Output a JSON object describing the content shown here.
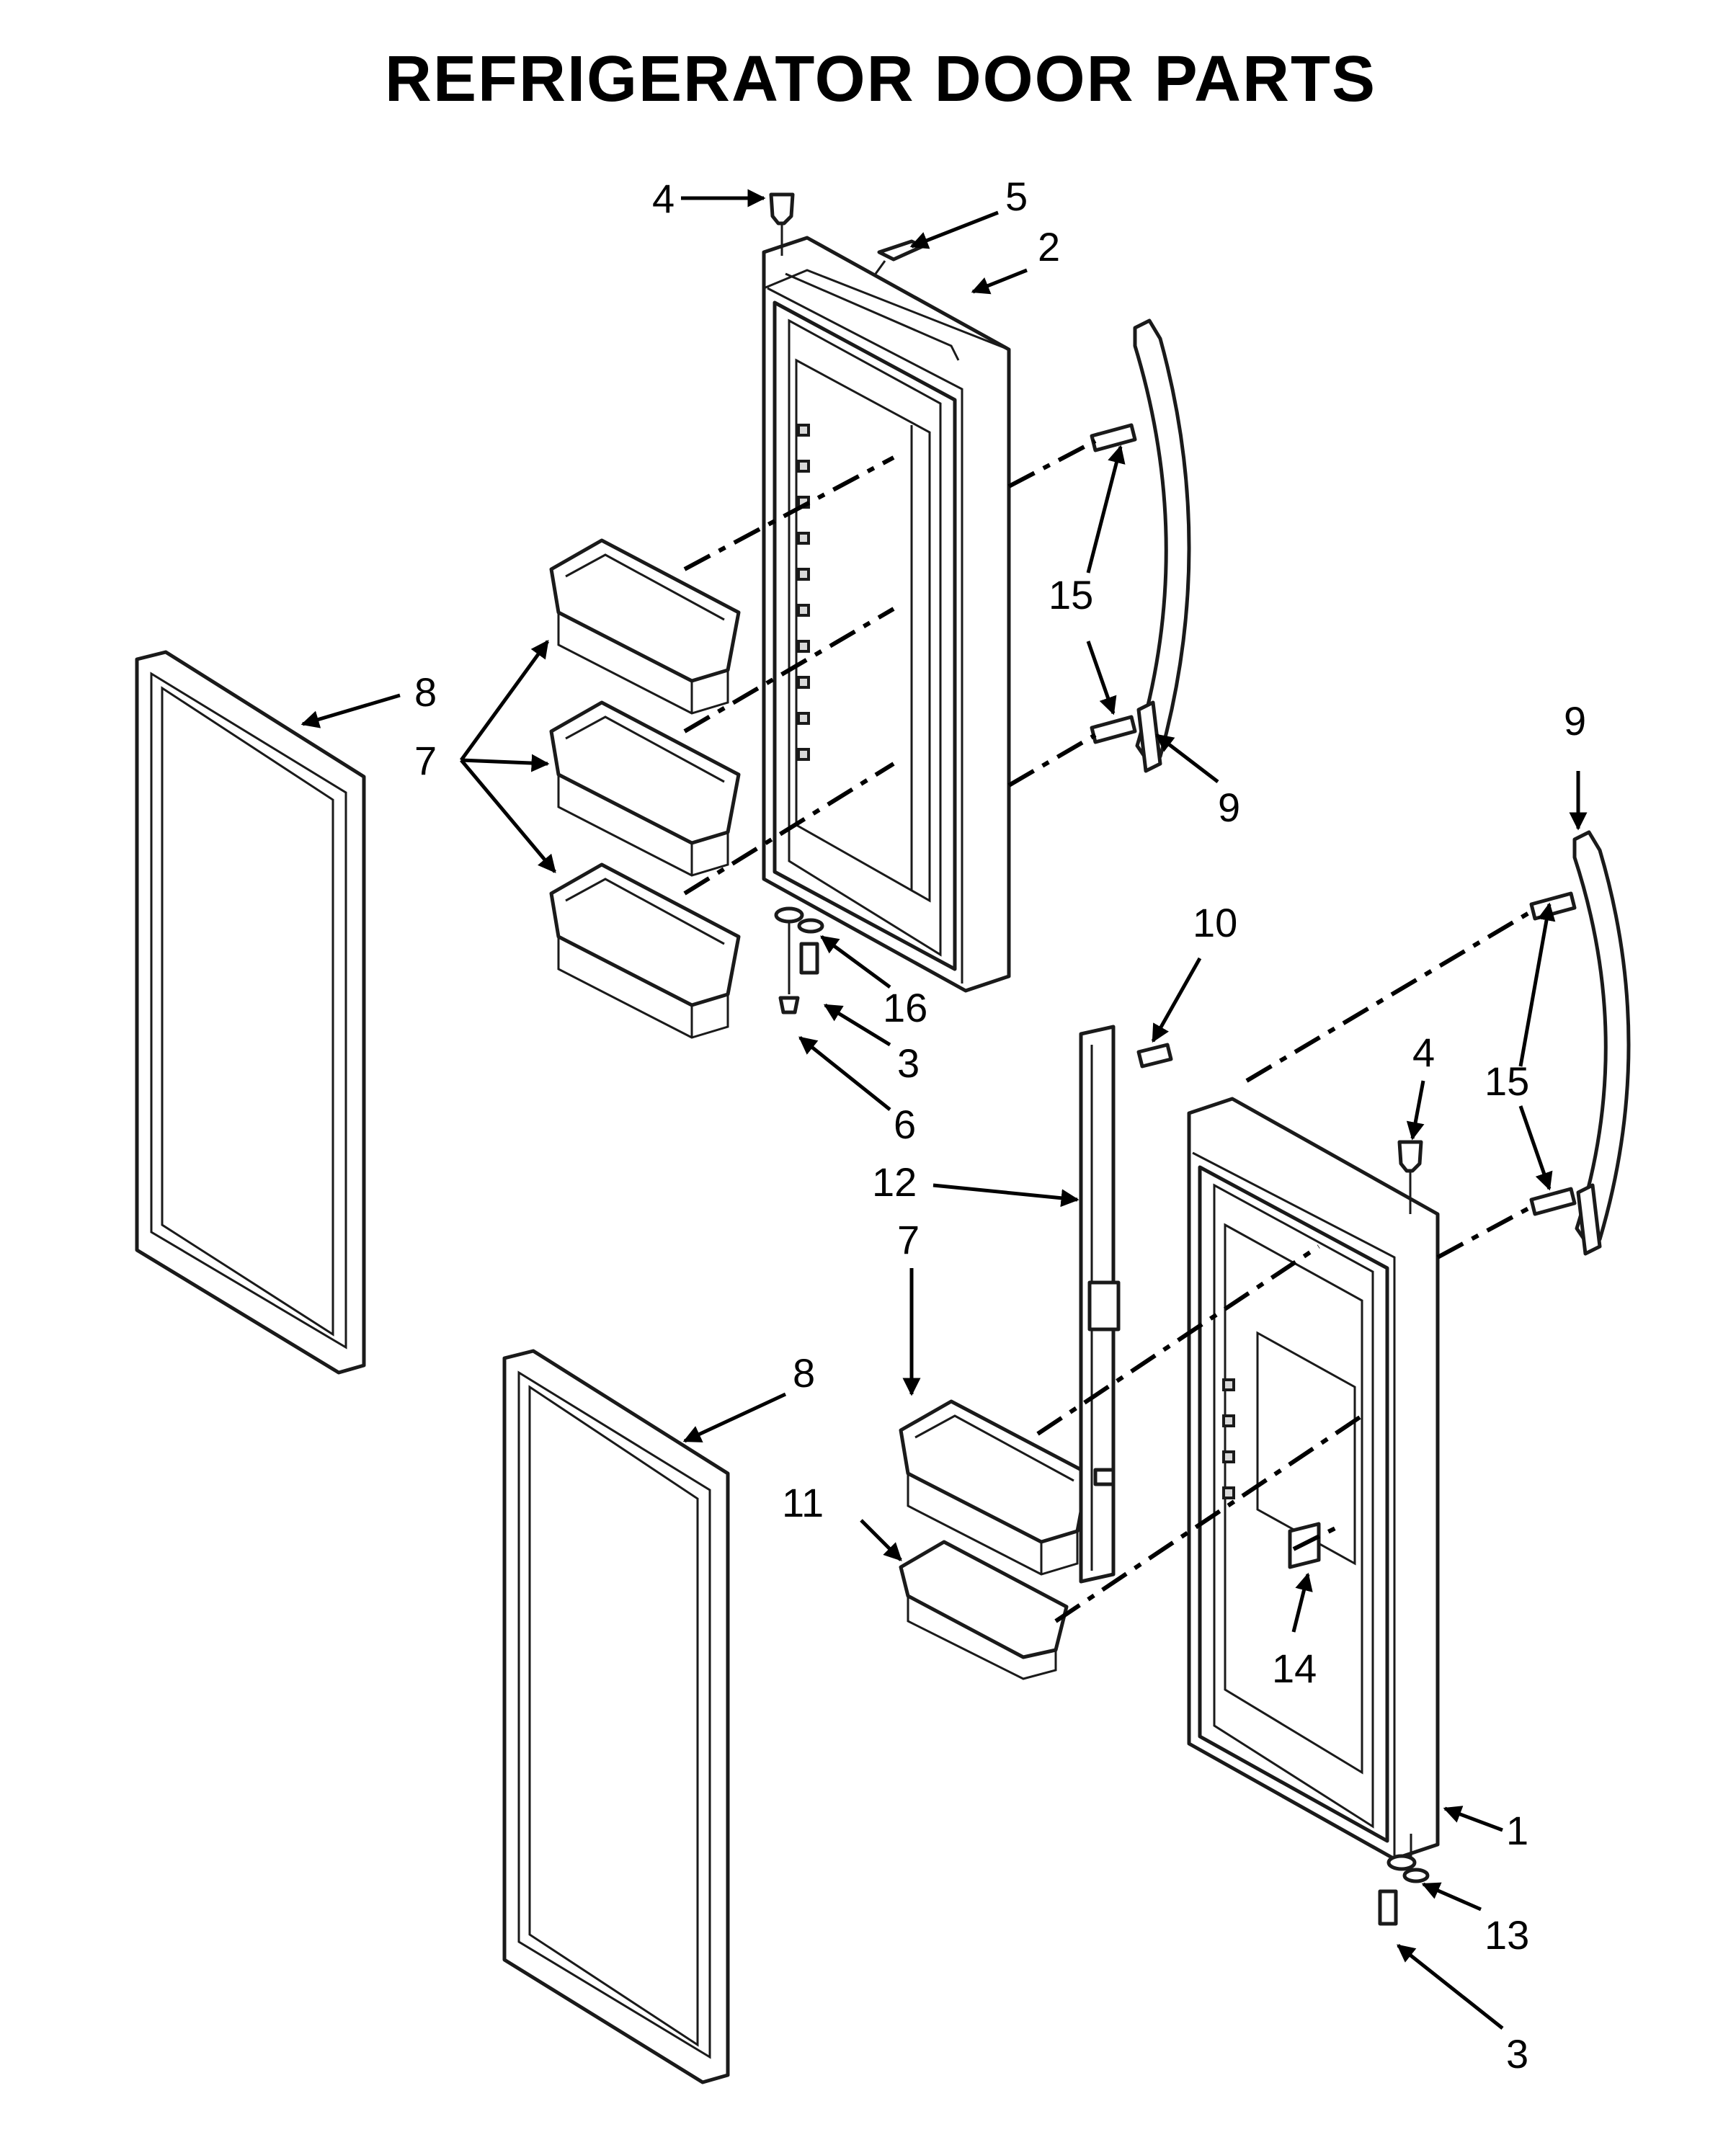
{
  "title": "REFRIGERATOR DOOR PARTS",
  "callouts": [
    {
      "id": "c-1",
      "text": "1"
    },
    {
      "id": "c-2",
      "text": "2"
    },
    {
      "id": "c-3a",
      "text": "3"
    },
    {
      "id": "c-3b",
      "text": "3"
    },
    {
      "id": "c-4a",
      "text": "4"
    },
    {
      "id": "c-4b",
      "text": "4"
    },
    {
      "id": "c-5",
      "text": "5"
    },
    {
      "id": "c-6",
      "text": "6"
    },
    {
      "id": "c-7a",
      "text": "7"
    },
    {
      "id": "c-7b",
      "text": "7"
    },
    {
      "id": "c-8a",
      "text": "8"
    },
    {
      "id": "c-8b",
      "text": "8"
    },
    {
      "id": "c-9a",
      "text": "9"
    },
    {
      "id": "c-9b",
      "text": "9"
    },
    {
      "id": "c-10",
      "text": "10"
    },
    {
      "id": "c-11",
      "text": "11"
    },
    {
      "id": "c-12",
      "text": "12"
    },
    {
      "id": "c-13",
      "text": "13"
    },
    {
      "id": "c-14",
      "text": "14"
    },
    {
      "id": "c-15a",
      "text": "15"
    },
    {
      "id": "c-15b",
      "text": "15"
    },
    {
      "id": "c-16",
      "text": "16"
    }
  ]
}
